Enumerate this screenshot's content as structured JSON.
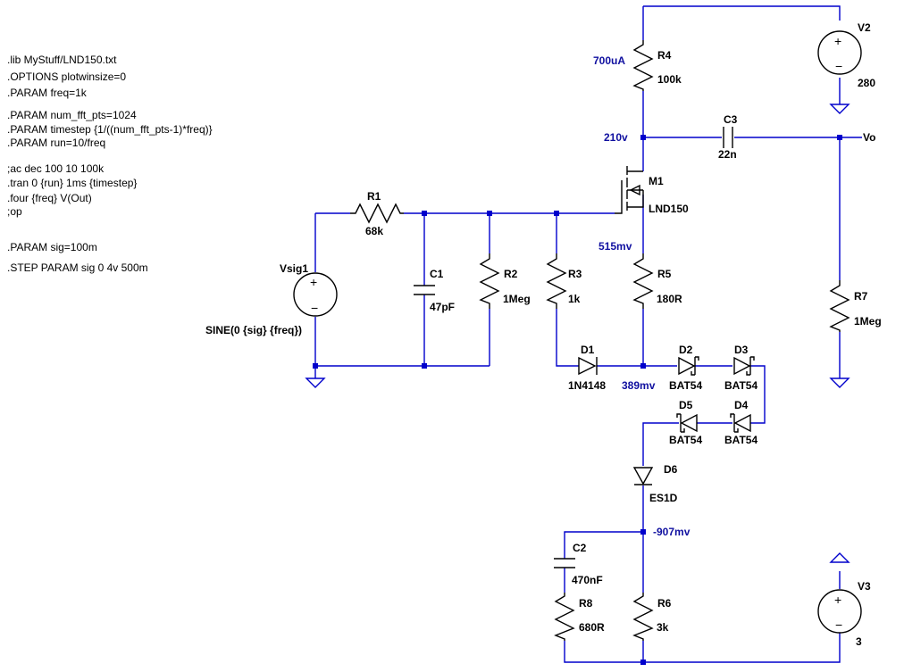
{
  "directives": [
    ".lib MyStuff/LND150.txt",
    ".OPTIONS plotwinsize=0",
    ".PARAM freq=1k",
    ".PARAM num_fft_pts=1024",
    ".PARAM timestep {1/((num_fft_pts-1)*freq)}",
    ".PARAM run=10/freq",
    ";ac dec 100 10 100k",
    ".tran 0 {run} 1ms {timestep}",
    ".four {freq} V(Out)",
    ";op",
    ".PARAM sig=100m",
    ".STEP PARAM sig 0 4v 500m"
  ],
  "components": {
    "R1": {
      "name": "R1",
      "value": "68k"
    },
    "R2": {
      "name": "R2",
      "value": "1Meg"
    },
    "R3": {
      "name": "R3",
      "value": "1k"
    },
    "R4": {
      "name": "R4",
      "value": "100k"
    },
    "R5": {
      "name": "R5",
      "value": "180R"
    },
    "R6": {
      "name": "R6",
      "value": "3k"
    },
    "R7": {
      "name": "R7",
      "value": "1Meg"
    },
    "R8": {
      "name": "R8",
      "value": "680R"
    },
    "C1": {
      "name": "C1",
      "value": "47pF"
    },
    "C2": {
      "name": "C2",
      "value": "470nF"
    },
    "C3": {
      "name": "C3",
      "value": "22n"
    },
    "D1": {
      "name": "D1",
      "value": "1N4148"
    },
    "D2": {
      "name": "D2",
      "value": "BAT54"
    },
    "D3": {
      "name": "D3",
      "value": "BAT54"
    },
    "D4": {
      "name": "D4",
      "value": "BAT54"
    },
    "D5": {
      "name": "D5",
      "value": "BAT54"
    },
    "D6": {
      "name": "D6",
      "value": "ES1D"
    },
    "M1": {
      "name": "M1",
      "value": "LND150"
    },
    "V2": {
      "name": "V2",
      "value": "280"
    },
    "V3": {
      "name": "V3",
      "value": "3"
    },
    "Vsig1": {
      "name": "Vsig1",
      "value": "SINE(0 {sig} {freq})"
    }
  },
  "annotations": {
    "i_r4": "700uA",
    "v_drain": "210v",
    "v_source": "515mv",
    "v_d1": "389mv",
    "v_bias": "-907mv"
  },
  "net_labels": {
    "out": "Vo"
  },
  "symbols": {
    "plus": "+",
    "minus": "−"
  },
  "colors": {
    "wire": "#0000cc",
    "component": "#000000",
    "annotation": "#1010a0",
    "background": "#ffffff"
  }
}
